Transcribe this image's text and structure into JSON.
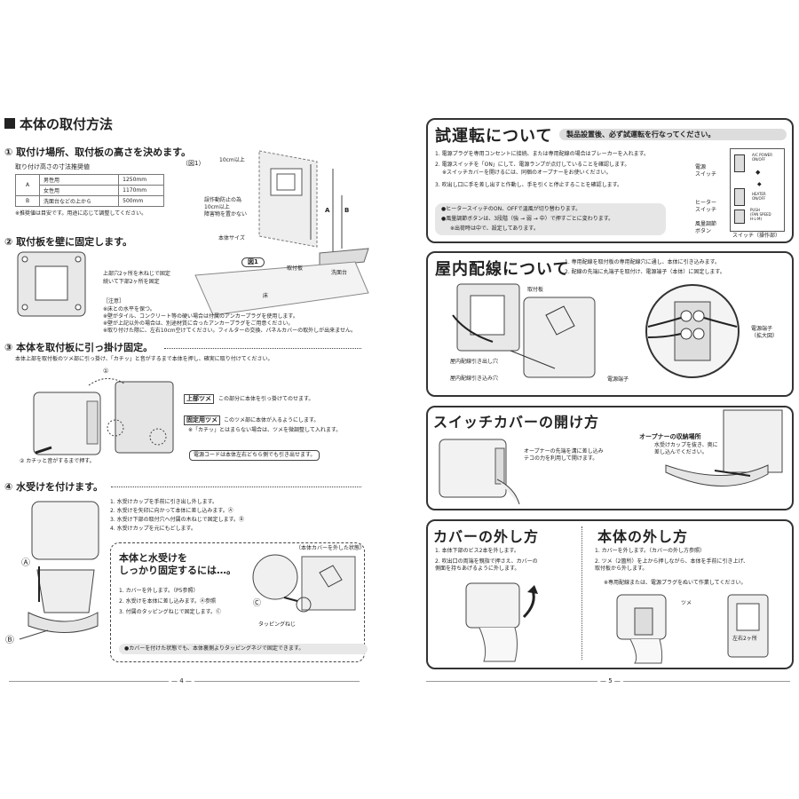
{
  "left": {
    "section_title": "本体の取付方法",
    "step1": {
      "title": "① 取付け場所、取付板の高さを決めます。",
      "fig_ref": "（図1）",
      "table_caption": "取り付け高さの寸法推奨値",
      "rows": [
        {
          "key": "A",
          "sub": "男性用",
          "value": "1250mm"
        },
        {
          "key": "",
          "sub": "女性用",
          "value": "1170mm"
        },
        {
          "key": "B",
          "sub": "洗面台などの上から",
          "value": "500mm"
        }
      ],
      "note": "※推奨値は目安です。用途に応じて調整してください。",
      "label_10cm": "10cm以上",
      "label_fixplate": "取付板",
      "label_bodysize": "本体サイズ",
      "label_A": "A",
      "label_B": "B",
      "label_washbasin": "洗面台",
      "label_floor": "床",
      "label_fig1": "図1",
      "label_obstacle": "誤作動防止の為\n10cm以上\n障害物を置かない"
    },
    "step2": {
      "title": "② 取付板を壁に固定します。",
      "desc1": "上部穴2ヶ所を木ねじで固定",
      "desc2": "続いて下部2ヶ所を固定",
      "note_title": "［注意］",
      "notes": [
        "※床との水平を保つ。",
        "※壁がタイル、コンクリート等の硬い場合は付属のアンカープラグを使用します。",
        "※壁が上記以外の場合は、別途材質に合ったアンカープラグをご用意ください。",
        "※取り付けた際に、左右10cm空けてください。フィルターの交換、パネルカバーの取外しが出来ません。"
      ]
    },
    "step3": {
      "title": "③ 本体を取付板に引っ掛け固定。",
      "desc": "本体上部を取付板のツメ部に引っ掛け、「カチッ」と音がするまで本体を押し、確実に取り付けてください。",
      "circle1": "①",
      "upper_claw_label": "上部ツメ",
      "upper_claw_text": "この部分に本体を引っ掛けてのせます。",
      "fix_claw_label": "固定用ツメ",
      "fix_claw_text": "このツメ部に本体が入るようにします。",
      "fix_claw_note": "※「カチッ」とはまらない場合は、ツメを微調整して入れます。",
      "push_label": "② カチッと音がするまで押す。",
      "cord_note": "電源コードは本体左右どちら側でも引き出せます。"
    },
    "step4": {
      "title": "④ 水受けを付けます。",
      "items": [
        "1. 水受けカップを手前に引き出し外します。",
        "2. 水受けを矢印に向かって本体に差し込みます。Ⓐ",
        "3. 水受け下部の取付穴へ付属の木ねじで固定します。Ⓑ",
        "4. 水受けカップを元にもどします。"
      ],
      "marker_A": "Ⓐ",
      "marker_B": "Ⓑ",
      "tip_title": "本体と水受けを\nしっかり固定するには…。",
      "tip_items": [
        "1. カバーを外します。（P5参照）",
        "2. 水受けを本体に差し込みます。Ⓐ参照",
        "3. 付属のタッピングねじで固定します。Ⓒ"
      ],
      "fig_caption": "（本体カバーを外した状態）",
      "tapping_label": "タッピングねじ",
      "marker_C": "Ⓒ",
      "footer_note": "●カバーを付けた状態でも、本体裏側よりタッピングネジで固定できます。"
    },
    "page_number": "— 4 —"
  },
  "right": {
    "trial": {
      "title": "試運転について",
      "banner": "製品設置後、必ず試運転を行なってください。",
      "items": [
        "1. 電源プラグを専用コンセントに接続、または専用配線の場合はブレーカーを入れます。",
        "2. 電源スイッチを「ON」にして、電源ランプが点灯していることを確認します。",
        "※スイッチカバーを開けるには、同梱のオープナーをお使いください。",
        "3. 吹出し口に手を差し出すと作動し、手を引くと停止することを確認します。"
      ],
      "notes": [
        "●ヒータースイッチのON、OFFで温風が切り替わります。",
        "●風量調節ボタンは、3段階（強 → 弱 → 中）で押すごとに変わります。",
        "※出荷時は中で、設定してあります。"
      ],
      "label_power": "電源\nスイッチ",
      "label_heater": "ヒーター\nスイッチ",
      "label_fan": "風量調節\nボタン",
      "switch_caption": "スイッチ（操作部）",
      "panel_power": "A/C POWER\nON/OFF",
      "panel_heater": "HEATER\nON/OFF",
      "panel_fan": "PUSH\n(FAN SPEED\nH-L-M)"
    },
    "wiring": {
      "title": "屋内配線について",
      "items": [
        "1. 専用配線を取付板の専用配線穴に通し、本体に引き込みます。",
        "2. 配線の先端に丸端子を取付け、電源端子（本体）に固定します。"
      ],
      "label_fixplate": "取付板",
      "label_hole1": "屋内配線引き出し穴",
      "label_hole2": "屋内配線引き込み穴",
      "label_terminal": "電源端子",
      "label_terminal_zoom": "電源端子\n（拡大図）"
    },
    "switchcover": {
      "title": "スイッチカバーの開け方",
      "desc": "オープナーの先端を溝に差し込み\nテコの力を利用して開けます。",
      "storage_title": "オープナーの収納場所",
      "storage_text": "水受けカップを抜き、奥に\n差し込んでください。"
    },
    "cover_removal": {
      "title": "カバーの外し方",
      "items": [
        "1. 本体下部のビス2本を外します。",
        "2. 吹出口の両端を親指で押さえ、カバーの\n側面を持ちあげるように外します。"
      ]
    },
    "body_removal": {
      "title": "本体の外し方",
      "items": [
        "1. カバーを外します。（カバーの外し方参照）",
        "2. ツメ（2箇所）を上から押しながら、本体を手前に引き上げ、\n取付板から外します。"
      ],
      "note": "※専用配線または、電源プラグをぬいて作業してください。",
      "label_claw": "ツメ",
      "label_leftright": "左右2ヶ所"
    },
    "page_number": "— 5 —"
  }
}
